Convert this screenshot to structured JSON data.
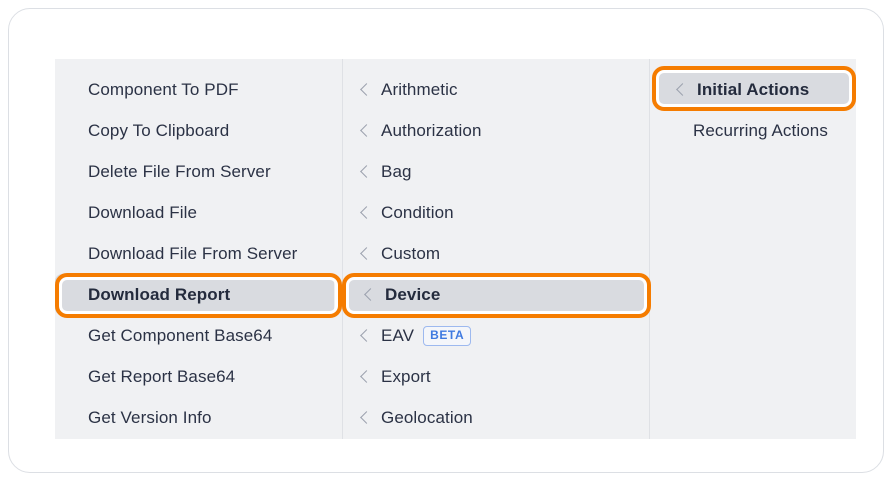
{
  "menu": {
    "columns": [
      {
        "name": "actions-column",
        "items": [
          {
            "label": "Component To PDF",
            "chevron": false,
            "selected": false
          },
          {
            "label": "Copy To Clipboard",
            "chevron": false,
            "selected": false
          },
          {
            "label": "Delete File From Server",
            "chevron": false,
            "selected": false
          },
          {
            "label": "Download File",
            "chevron": false,
            "selected": false
          },
          {
            "label": "Download File From Server",
            "chevron": false,
            "selected": false
          },
          {
            "label": "Download Report",
            "chevron": false,
            "selected": true
          },
          {
            "label": "Get Component Base64",
            "chevron": false,
            "selected": false
          },
          {
            "label": "Get Report Base64",
            "chevron": false,
            "selected": false
          },
          {
            "label": "Get Version Info",
            "chevron": false,
            "selected": false
          }
        ]
      },
      {
        "name": "categories-column",
        "items": [
          {
            "label": "Arithmetic",
            "chevron": true,
            "selected": false
          },
          {
            "label": "Authorization",
            "chevron": true,
            "selected": false
          },
          {
            "label": "Bag",
            "chevron": true,
            "selected": false
          },
          {
            "label": "Condition",
            "chevron": true,
            "selected": false
          },
          {
            "label": "Custom",
            "chevron": true,
            "selected": false
          },
          {
            "label": "Device",
            "chevron": true,
            "selected": true
          },
          {
            "label": "EAV",
            "chevron": true,
            "selected": false,
            "badge": "BETA"
          },
          {
            "label": "Export",
            "chevron": true,
            "selected": false
          },
          {
            "label": "Geolocation",
            "chevron": true,
            "selected": false
          }
        ]
      },
      {
        "name": "triggers-column",
        "items": [
          {
            "label": "Initial Actions",
            "chevron": true,
            "selected": true
          },
          {
            "label": "Recurring Actions",
            "chevron": false,
            "selected": false
          }
        ]
      }
    ]
  },
  "annotations": {
    "highlight_color": "#f57c00",
    "rings": [
      {
        "name": "highlight-ring-download-report",
        "target": "Download Report"
      },
      {
        "name": "highlight-ring-device",
        "target": "Device"
      },
      {
        "name": "highlight-ring-initial-actions",
        "target": "Initial Actions"
      }
    ]
  },
  "theme": {
    "panel_background": "#f0f1f3",
    "card_background": "#ffffff",
    "selected_row_background": "#d9dbe0",
    "text_color": "#2b3245",
    "chevron_color": "#9ba1ae",
    "badge_color": "#3f7ae0"
  }
}
